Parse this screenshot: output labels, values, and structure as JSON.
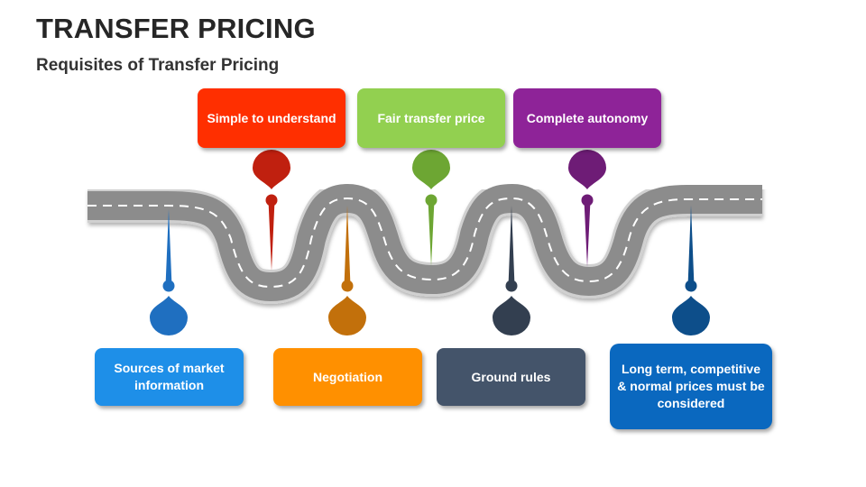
{
  "title": "TRANSFER PRICING",
  "subtitle": "Requisites of Transfer Pricing",
  "colors": {
    "red": "#FF2F00",
    "red_pin": "#C0200F",
    "green": "#92D050",
    "green_pin": "#6DA633",
    "purple": "#8E2398",
    "purple_pin": "#6E1C76",
    "blue": "#1E8FE8",
    "blue_pin": "#1F6FC0",
    "orange": "#FF9000",
    "orange_pin": "#C2700B",
    "slate": "#44546A",
    "slate_pin": "#333F50",
    "navy": "#0A68BF",
    "navy_pin": "#0D4E8A",
    "road": "#8C8C8C"
  },
  "labels": {
    "top": [
      "Simple to understand",
      "Fair transfer price",
      "Complete autonomy"
    ],
    "bottom": [
      "Sources of market information",
      "Negotiation",
      "Ground rules",
      "Long term, competitive & normal prices must be considered"
    ]
  }
}
